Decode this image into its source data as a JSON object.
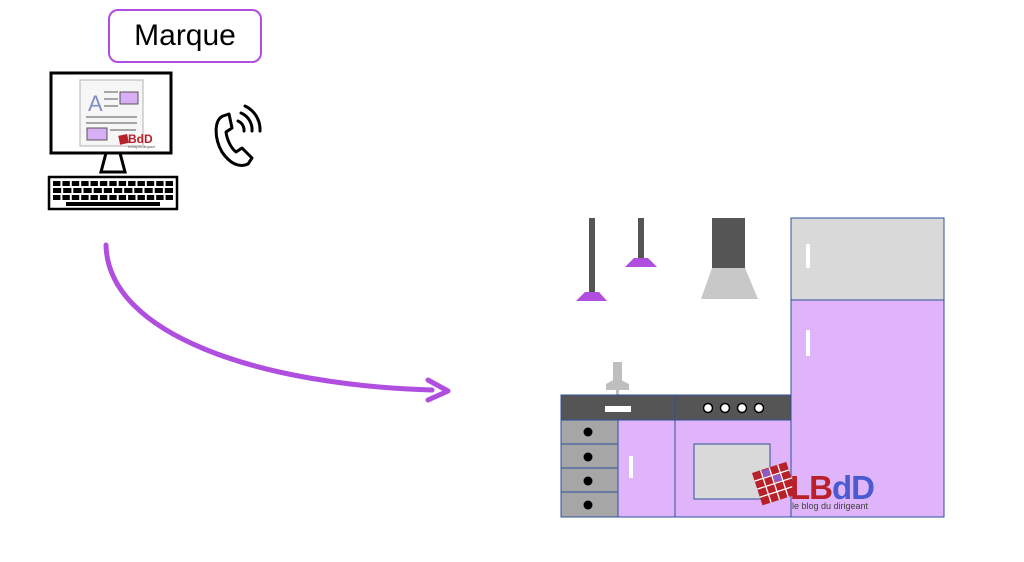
{
  "brand_label": "Marque",
  "watermark": {
    "letters": "LBdD",
    "tagline": "le blog du dirigeant"
  },
  "monitor_badge": {
    "letters": "BdD",
    "tagline": "le blog du dirigeant"
  },
  "document_letter": "A",
  "icons": {
    "computer": "desktop-computer-icon",
    "phone": "phone-ringing-icon",
    "arrow": "curved-arrow"
  },
  "colors": {
    "accent": "#b04ee0",
    "lavender": "#dfb4fb",
    "dark_gray": "#555555",
    "light_gray": "#d9d9d9",
    "outline": "#2f4f9c",
    "logo_red": "#b8212a",
    "logo_blue": "#4a5bd1"
  }
}
